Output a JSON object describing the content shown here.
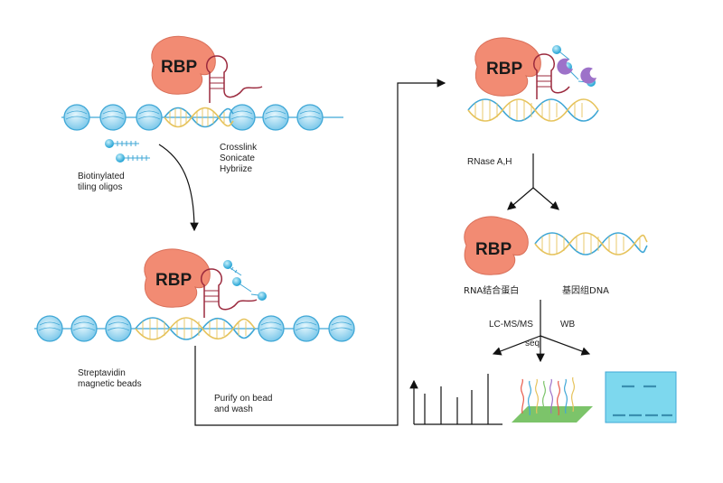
{
  "rbp_label": "RBP",
  "steps": {
    "crosslink": [
      "Crosslink",
      "Sonicate",
      "Hybriize"
    ],
    "oligos": [
      "Biotinylated",
      "tiling oligos"
    ],
    "beads": [
      "Streptavidin",
      "magnetic beads"
    ],
    "purify": [
      "Purify on bead",
      "and wash"
    ],
    "rnase": "RNase A,H"
  },
  "products": {
    "protein": "RNA结合蛋白",
    "dna": "基因组DNA"
  },
  "methods": {
    "lcms": "LC-MS/MS",
    "wb": "WB",
    "seq": "seq"
  },
  "colors": {
    "rbp": "#f28b73",
    "rbp_stroke": "#d9705a",
    "nucleosome": "#8fd3f0",
    "nucleosome_stroke": "#3fa7d6",
    "dna_blue": "#3fa7d6",
    "dna_yellow": "#e6c35c",
    "rna": "#9b2a3e",
    "bead": "#9d72c9",
    "oligo": "#3fa7d6",
    "membrane": "#7dd8ee",
    "gel_band": "#3a8fb0",
    "seq_plate": "#7cc46a"
  },
  "icons": [
    "rbp-blob-icon",
    "rna-hairpin-icon",
    "nucleosome-icon",
    "dna-helix-icon",
    "biotin-oligo-icon",
    "streptavidin-bead-icon",
    "mass-spec-peaks-icon",
    "sequencing-reads-icon",
    "western-blot-icon"
  ]
}
